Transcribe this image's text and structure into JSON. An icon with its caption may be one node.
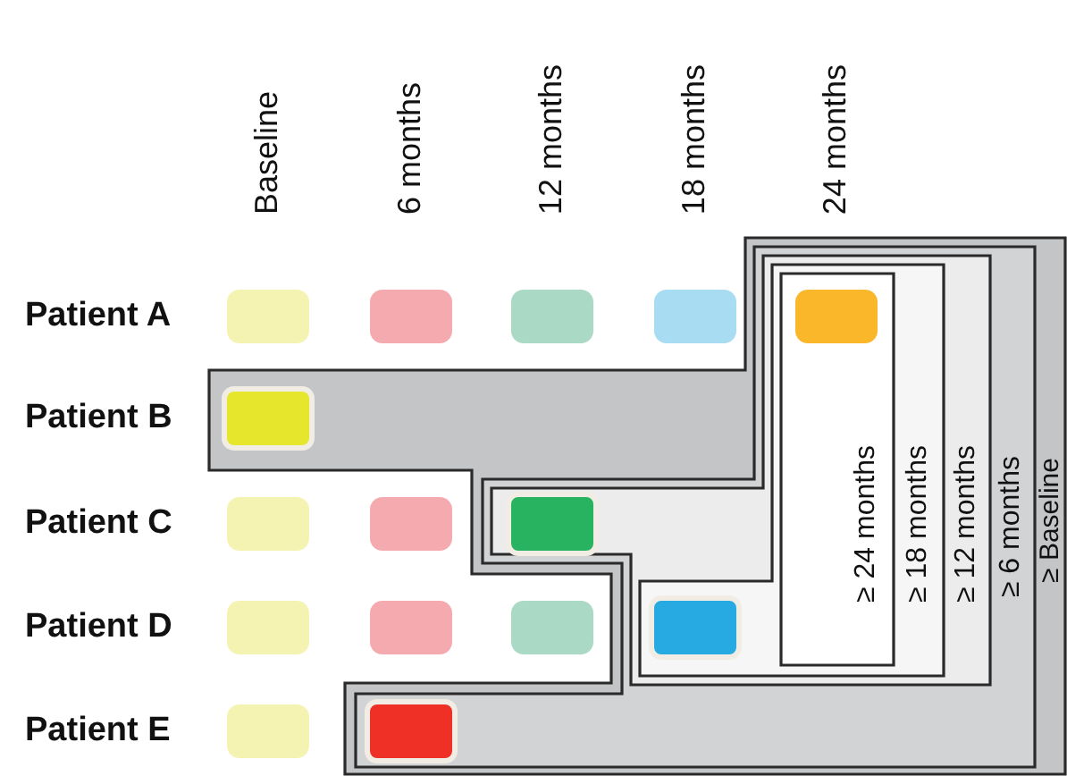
{
  "diagram": {
    "nodes": [
      {
        "text": [
          "≥ Baseline"
        ]
      },
      {
        "text": [
          "≥ 6 months"
        ],
        "in": 0
      },
      {
        "text": [
          "≥ 12 months"
        ],
        "in": 1
      },
      {
        "text": [
          "≥ 18 months"
        ],
        "in": 2
      },
      {
        "text": [
          "≥ 24 months"
        ],
        "in": 3
      },
      {
        "text": [],
        "shape": "box"
      },
      {
        "text": [],
        "shape": "box"
      },
      {
        "text": [],
        "shape": "box"
      },
      {
        "text": [],
        "shape": "box"
      },
      {
        "text": [],
        "shape": "box",
        "in": 4
      },
      {
        "text": [],
        "shape": "box",
        "in": 0
      },
      {
        "text": [],
        "shape": "box"
      },
      {
        "text": [],
        "shape": "box"
      },
      {
        "text": [],
        "shape": "box",
        "in": 2
      },
      {
        "text": [],
        "shape": "box"
      },
      {
        "text": [],
        "shape": "box"
      },
      {
        "text": [],
        "shape": "box"
      },
      {
        "text": [],
        "shape": "box",
        "in": 3
      },
      {
        "text": [],
        "shape": "box"
      },
      {
        "text": [],
        "shape": "box",
        "in": 1
      }
    ],
    "edges": [],
    "labels": [
      "Baseline",
      "6 months",
      "12 months",
      "18 months",
      "24 months",
      "Patient A",
      "Patient B",
      "Patient C",
      "Patient D",
      "Patient E"
    ]
  }
}
